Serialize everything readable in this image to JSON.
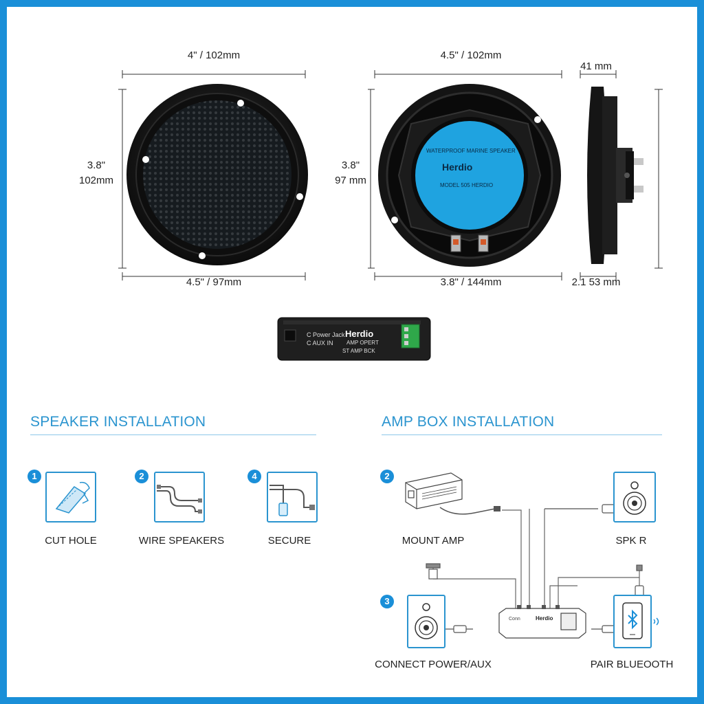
{
  "dimensions": {
    "front_top": "4\" / 102mm",
    "front_left_in": "3.8\"",
    "front_left_mm": "102mm",
    "front_bottom": "4.5\" / 97mm",
    "back_top": "4.5\" / 102mm",
    "back_left_in": "3.8\"",
    "back_left_mm": "97 mm",
    "back_bottom": "3.8\" / 144mm",
    "side_top": "41 mm",
    "side_bottom": "2.1 53 mm"
  },
  "speaker_label": {
    "brand": "Herdio",
    "line1": "MODEL 505  HERDIO",
    "line2": "WATERPROOF MARINE SPEAKER"
  },
  "amp_box": {
    "left_label_1": "C Power Jack",
    "left_label_2": "C AUX IN",
    "brand": "Herdio",
    "sub_1": "AMP OPERT",
    "sub_2": "ST AMP BCK"
  },
  "speaker_installation": {
    "title": "SPEAKER INSTALLATION",
    "steps": [
      {
        "number": "1",
        "label": "CUT HOLE",
        "icon": "cut-hole-icon"
      },
      {
        "number": "2",
        "label": "WIRE SPEAKERS",
        "icon": "wire-icon"
      },
      {
        "number": "4",
        "label": "SECURE",
        "icon": "connector-icon"
      }
    ]
  },
  "amp_installation": {
    "title": "AMP BOX INSTALLATION",
    "step_mount_number": "2",
    "step_mount_label": "MOUNT AMP",
    "spk_r_label": "SPK R",
    "step_power_number": "3",
    "step_power_label": "CONNECT POWER/AUX",
    "pair_label": "PAIR BLUEOOTH",
    "hub_text_1": "Herdio",
    "hub_text_2": "Conn"
  },
  "colors": {
    "frame": "#1a8fd8",
    "accent": "#2a94cf",
    "speaker_label_blue": "#1fa3e0",
    "speaker_body": "#1a1a1a"
  }
}
